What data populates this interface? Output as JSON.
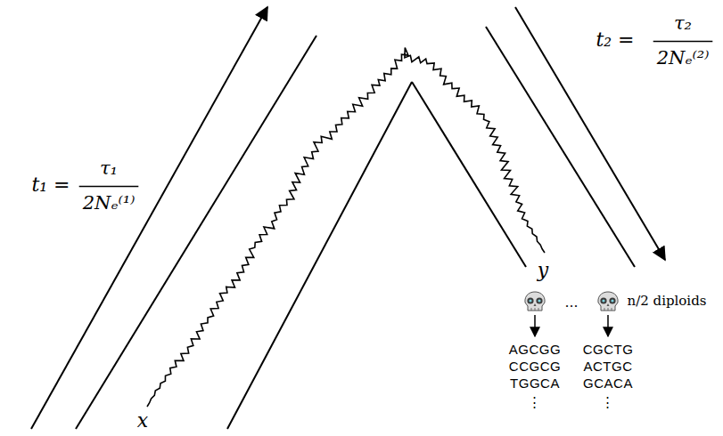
{
  "diagram": {
    "labels": [
      "t₁ =",
      "τ₁",
      "2Nₑ⁽¹⁾",
      "t₂ =",
      "τ₂",
      "2Nₑ⁽²⁾",
      "x",
      "y",
      "…",
      "n/2 diploids",
      "AGCGG",
      "CCGCG",
      "TGGCA",
      "⋮",
      "CGCTG",
      "ACTGC",
      "GCACA",
      "⋮"
    ]
  }
}
